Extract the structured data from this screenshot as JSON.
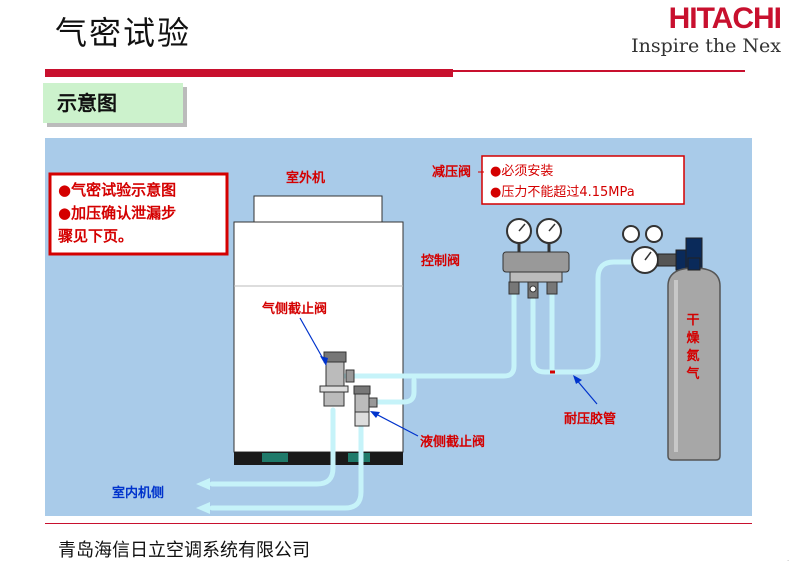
{
  "header": {
    "title": "气密试验",
    "brand_name": "HITACHI",
    "brand_tagline": "Inspire the Nex"
  },
  "section": {
    "label": "示意图"
  },
  "diagram": {
    "note_left": [
      "●气密试验示意图",
      "●加压确认泄漏步",
      "骤见下页。"
    ],
    "note_right": [
      "●必须安装",
      "●压力不能超过4.15MPa"
    ],
    "labels": {
      "outdoor_unit": "室外机",
      "gas_valve": "气侧截止阀",
      "liquid_valve": "液侧截止阀",
      "indoor_side": "室内机侧",
      "reducing_valve": "减压阀",
      "control_valve": "控制阀",
      "pressure_hose": "耐压胶管",
      "cylinder": "干燥氮气"
    },
    "colors": {
      "background": "#a9cbe9",
      "pipe": "#c6f3f9",
      "label_red": "#d40000",
      "label_blue": "#0033cc",
      "cylinder": "#a7a7a7"
    }
  },
  "footer": {
    "company": "青岛海信日立空调系统有限公司"
  }
}
